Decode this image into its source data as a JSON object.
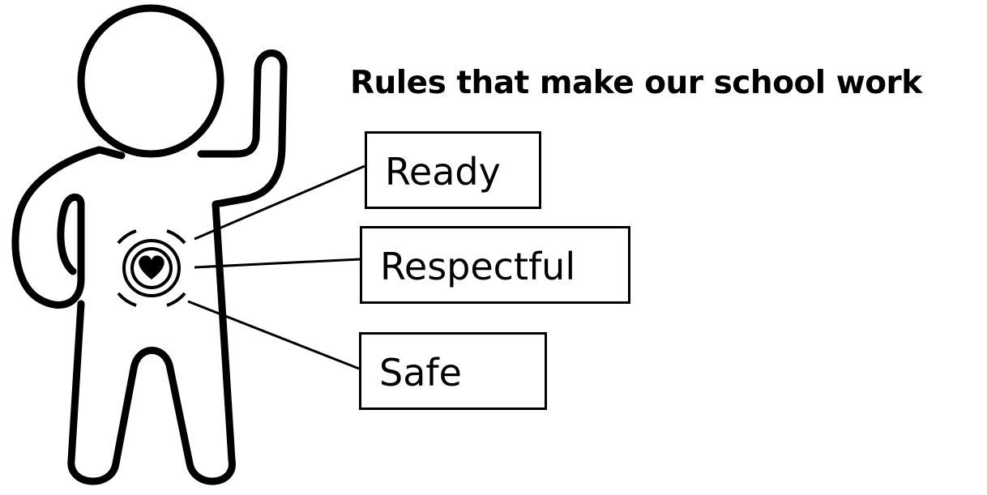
{
  "title": "Rules that make our school work",
  "rules": [
    {
      "label": "Ready"
    },
    {
      "label": "Respectful"
    },
    {
      "label": "Safe"
    }
  ],
  "icons": {
    "figure": "person-waving-icon",
    "emblem": "heart-target-icon"
  },
  "colors": {
    "stroke": "#000000",
    "background": "#ffffff"
  }
}
